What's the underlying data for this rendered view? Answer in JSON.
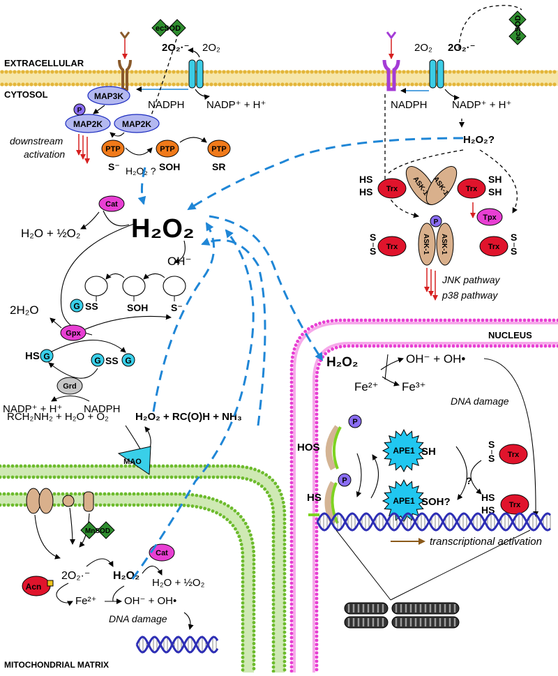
{
  "regions": {
    "extracellular": "EXTRACELLULAR",
    "cytosol": "CYTOSOL",
    "nucleus": "NUCLEUS",
    "matrix": "MITOCHONDRIAL MATRIX"
  },
  "enzymes": {
    "ecsod": "ecSOD",
    "map3k": "MAP3K",
    "map2k": "MAP2K",
    "ptp": "PTP",
    "phospho": "P",
    "cat": "Cat",
    "gpx": "Gpx",
    "grd": "Grd",
    "g": "G",
    "trx": "Trx",
    "ask1": "ASK-1",
    "tpx": "Tpx",
    "mao": "MAO",
    "mnsod": "MnSOD",
    "acn": "Acn",
    "ape1_sh": "APE1",
    "ape1_soh": "APE1"
  },
  "text": {
    "o2_plain": "2O₂",
    "o2_radical": "2O₂·⁻",
    "nadph": "NADPH",
    "nadp_h": "NADP⁺ + H⁺",
    "downstream1": "downstream",
    "downstream2": "activation",
    "s_minus": "S⁻",
    "h2o2_q": "H₂O₂ ?",
    "soh": "SOH",
    "sr": "SR",
    "h2o2_big": "H₂O₂",
    "water_half_o2": "H₂O + ½O₂",
    "oh_minus": "OH⁻",
    "ss": "SS",
    "two_h2o": "2H₂O",
    "hs": "HS",
    "nadp_h_left": "NADP⁺ + H⁺",
    "nadph_left": "NADPH",
    "mao_reaction_left": "RCH₂NH₂ + H₂O + O₂",
    "mao_reaction_right": "H₂O₂ + RC(O)H + NH₃",
    "mito_o2": "2O₂·⁻",
    "mito_h2o2": "H₂O₂",
    "mito_water": "H₂O + ½O₂",
    "fe2": "Fe²⁺",
    "oh_pair": "OH⁻ + OH•",
    "dna_damage": "DNA damage",
    "h2o2_right_q": "H₂O₂?",
    "sh": "SH",
    "jnk": "JNK pathway",
    "p38": "p38 pathway",
    "nuc_h2o2": "H₂O₂",
    "nuc_oh": "OH⁻ + OH•",
    "nuc_fe2": "Fe²⁺",
    "nuc_fe3": "Fe³⁺",
    "nuc_dna_damage": "DNA damage",
    "hos": "HOS",
    "hs_dash": "HS",
    "ape_sh": "SH",
    "ape_soh": "SOH?",
    "question": "?",
    "transcription": "transcriptional activation"
  },
  "colors": {
    "signal_blue": "#1f86d6",
    "arrow_red": "#d62020",
    "membrane_yellow": "#e3b53a",
    "mito_green": "#6dbb2d",
    "nucleus_magenta": "#e83fd3",
    "enzyme_blue": "#b3b8f0",
    "ptp_orange": "#f07a1a",
    "cat_magenta": "#e83fd3",
    "g_cyan": "#39cfe9",
    "trx_red": "#e0142c",
    "ask_tan": "#d9b08c",
    "ape_cyan": "#21c7f0",
    "dna_blue": "#2e2fb5"
  }
}
